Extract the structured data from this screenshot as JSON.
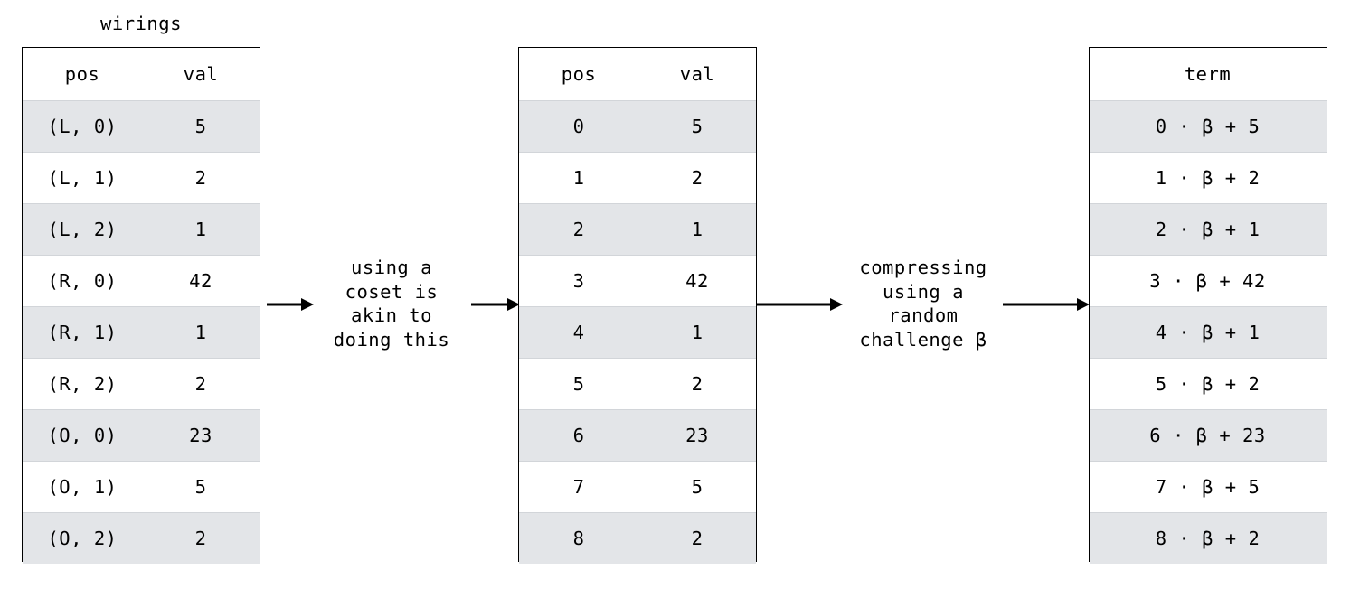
{
  "caption": "wirings",
  "table_wirings": {
    "name": "wirings",
    "headers": [
      "pos",
      "val"
    ],
    "rows": [
      {
        "pos": "(L, 0)",
        "val": "5"
      },
      {
        "pos": "(L, 1)",
        "val": "2"
      },
      {
        "pos": "(L, 2)",
        "val": "1"
      },
      {
        "pos": "(R, 0)",
        "val": "42"
      },
      {
        "pos": "(R, 1)",
        "val": "1"
      },
      {
        "pos": "(R, 2)",
        "val": "2"
      },
      {
        "pos": "(O, 0)",
        "val": "23"
      },
      {
        "pos": "(O, 1)",
        "val": "5"
      },
      {
        "pos": "(O, 2)",
        "val": "2"
      }
    ]
  },
  "table_flattened": {
    "headers": [
      "pos",
      "val"
    ],
    "rows": [
      {
        "pos": "0",
        "val": "5"
      },
      {
        "pos": "1",
        "val": "2"
      },
      {
        "pos": "2",
        "val": "1"
      },
      {
        "pos": "3",
        "val": "42"
      },
      {
        "pos": "4",
        "val": "1"
      },
      {
        "pos": "5",
        "val": "2"
      },
      {
        "pos": "6",
        "val": "23"
      },
      {
        "pos": "7",
        "val": "5"
      },
      {
        "pos": "8",
        "val": "2"
      }
    ]
  },
  "table_terms": {
    "headers": [
      "term"
    ],
    "rows": [
      {
        "term": "0 · β + 5"
      },
      {
        "term": "1 · β + 2"
      },
      {
        "term": "2 · β + 1"
      },
      {
        "term": "3 · β + 42"
      },
      {
        "term": "4 · β + 1"
      },
      {
        "term": "5 · β + 2"
      },
      {
        "term": "6 · β + 23"
      },
      {
        "term": "7 · β + 5"
      },
      {
        "term": "8 · β + 2"
      }
    ]
  },
  "arrow_labels": {
    "coset": "using a\ncoset is\nakin to\ndoing this",
    "compress": "compressing\nusing a\nrandom\nchallenge β"
  },
  "colors": {
    "row_shade": "#e3e5e8",
    "row_plain": "#ffffff",
    "border": "#000000",
    "row_divider": "#d2d5d9",
    "text": "#000000",
    "background": "#ffffff"
  }
}
